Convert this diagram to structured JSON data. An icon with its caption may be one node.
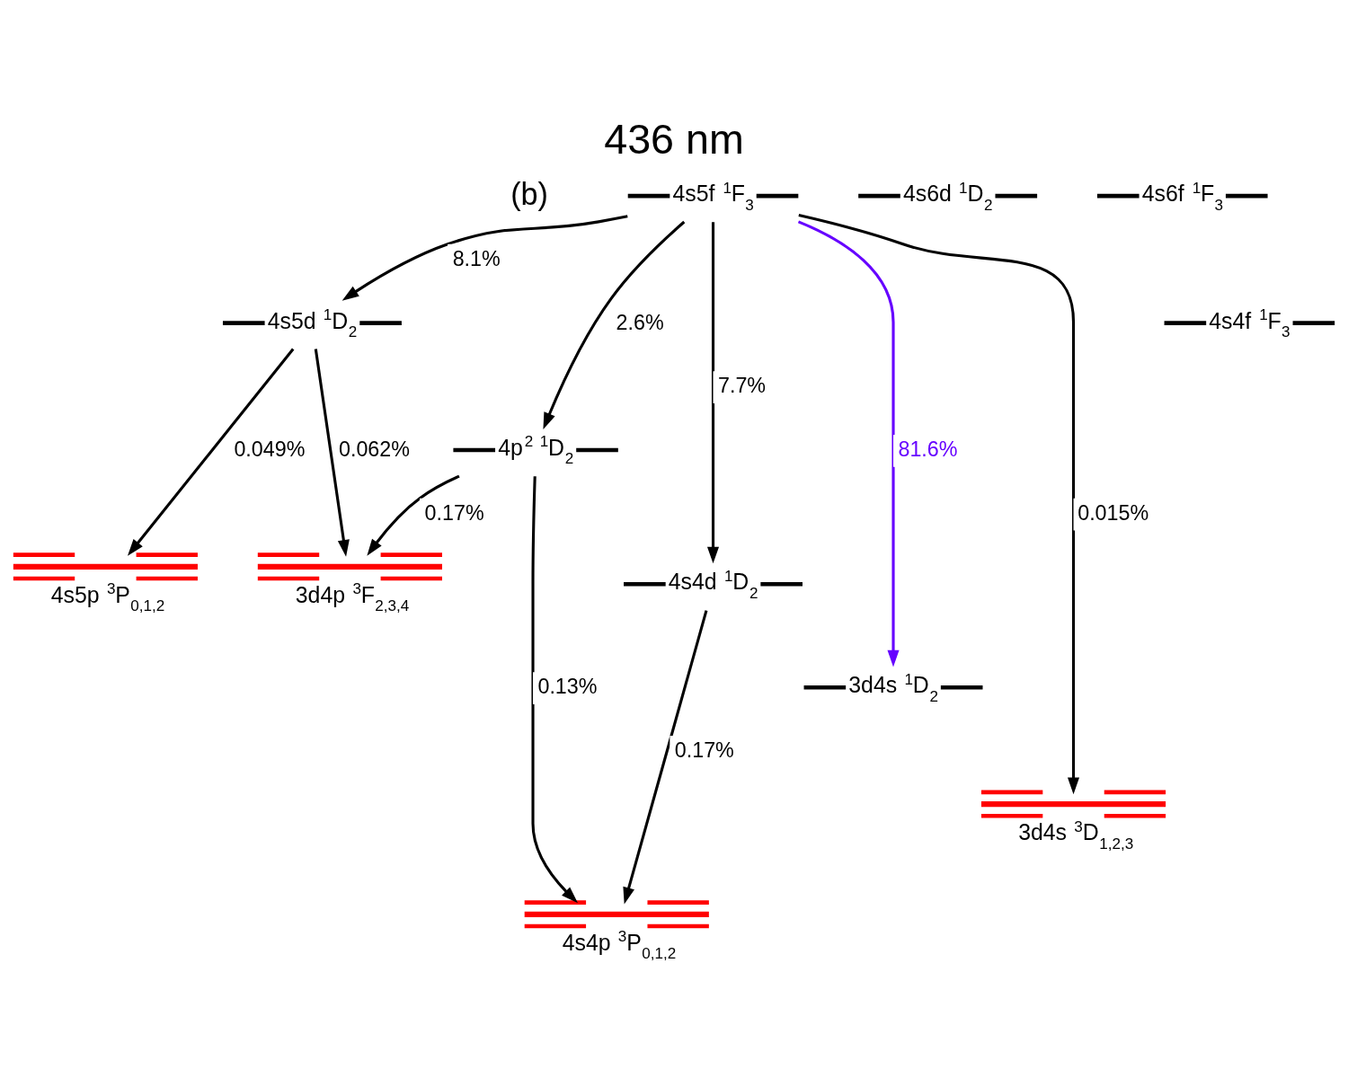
{
  "diagram": {
    "title": "436 nm",
    "nodes": [
      {
        "text": [
          "4s6f $^{1}$F$_{3}$"
        ]
      },
      {
        "text": [
          "4s6d $^{1}$D$_{2}$"
        ]
      },
      {
        "text": [
          "4s5f $^{1}$F$_{3}$"
        ]
      },
      {
        "text": [
          "4s5d $^{1}$D$_{2}$"
        ]
      },
      {
        "text": [
          "4s4f $^{1}$F$_{3}$"
        ]
      },
      {
        "text": [
          "4p$^{2}$ $^{1}$D$_{2}$"
        ]
      },
      {
        "text": [
          "4s4d $^{1}$D$_{2}$"
        ]
      },
      {
        "text": [
          "4s5p $^{3}$P$_{0,1,2}$"
        ]
      },
      {
        "text": [
          "3d4p $^{3}$F$_{2,3,4}$"
        ]
      },
      {
        "text": [
          "3d4s $^{1}$D$_{2}$"
        ]
      },
      {
        "text": [
          "3d4s $^{3}$D$_{1,2,3}$"
        ]
      },
      {
        "text": [
          "4s4p $^{3}$P$_{0,1,2}$"
        ]
      }
    ],
    "edges": [
      {
        "from": 2,
        "to": 3,
        "arrow": "to",
        "label": "8.1%"
      },
      {
        "from": 2,
        "to": 5,
        "arrow": "to",
        "label": "2.6%"
      },
      {
        "from": 2,
        "to": 6,
        "arrow": "to",
        "label": "7.7%"
      },
      {
        "from": 3,
        "to": 7,
        "arrow": "to",
        "label": "0.049%"
      },
      {
        "from": 3,
        "to": 8,
        "arrow": "to",
        "label": "0.062%"
      },
      {
        "from": 5,
        "to": 8,
        "arrow": "to",
        "label": "0.17%"
      },
      {
        "from": 2,
        "to": 9,
        "arrow": "to",
        "label": "81.6%",
        "color": "#6600ff"
      },
      {
        "from": 2,
        "to": 10,
        "arrow": "to",
        "label": "0.015%"
      },
      {
        "from": 5,
        "to": 11,
        "arrow": "to",
        "label": "0.13%"
      },
      {
        "from": 6,
        "to": 11,
        "arrow": "to",
        "label": "0.17%"
      }
    ],
    "labels": [
      "(b)"
    ]
  }
}
